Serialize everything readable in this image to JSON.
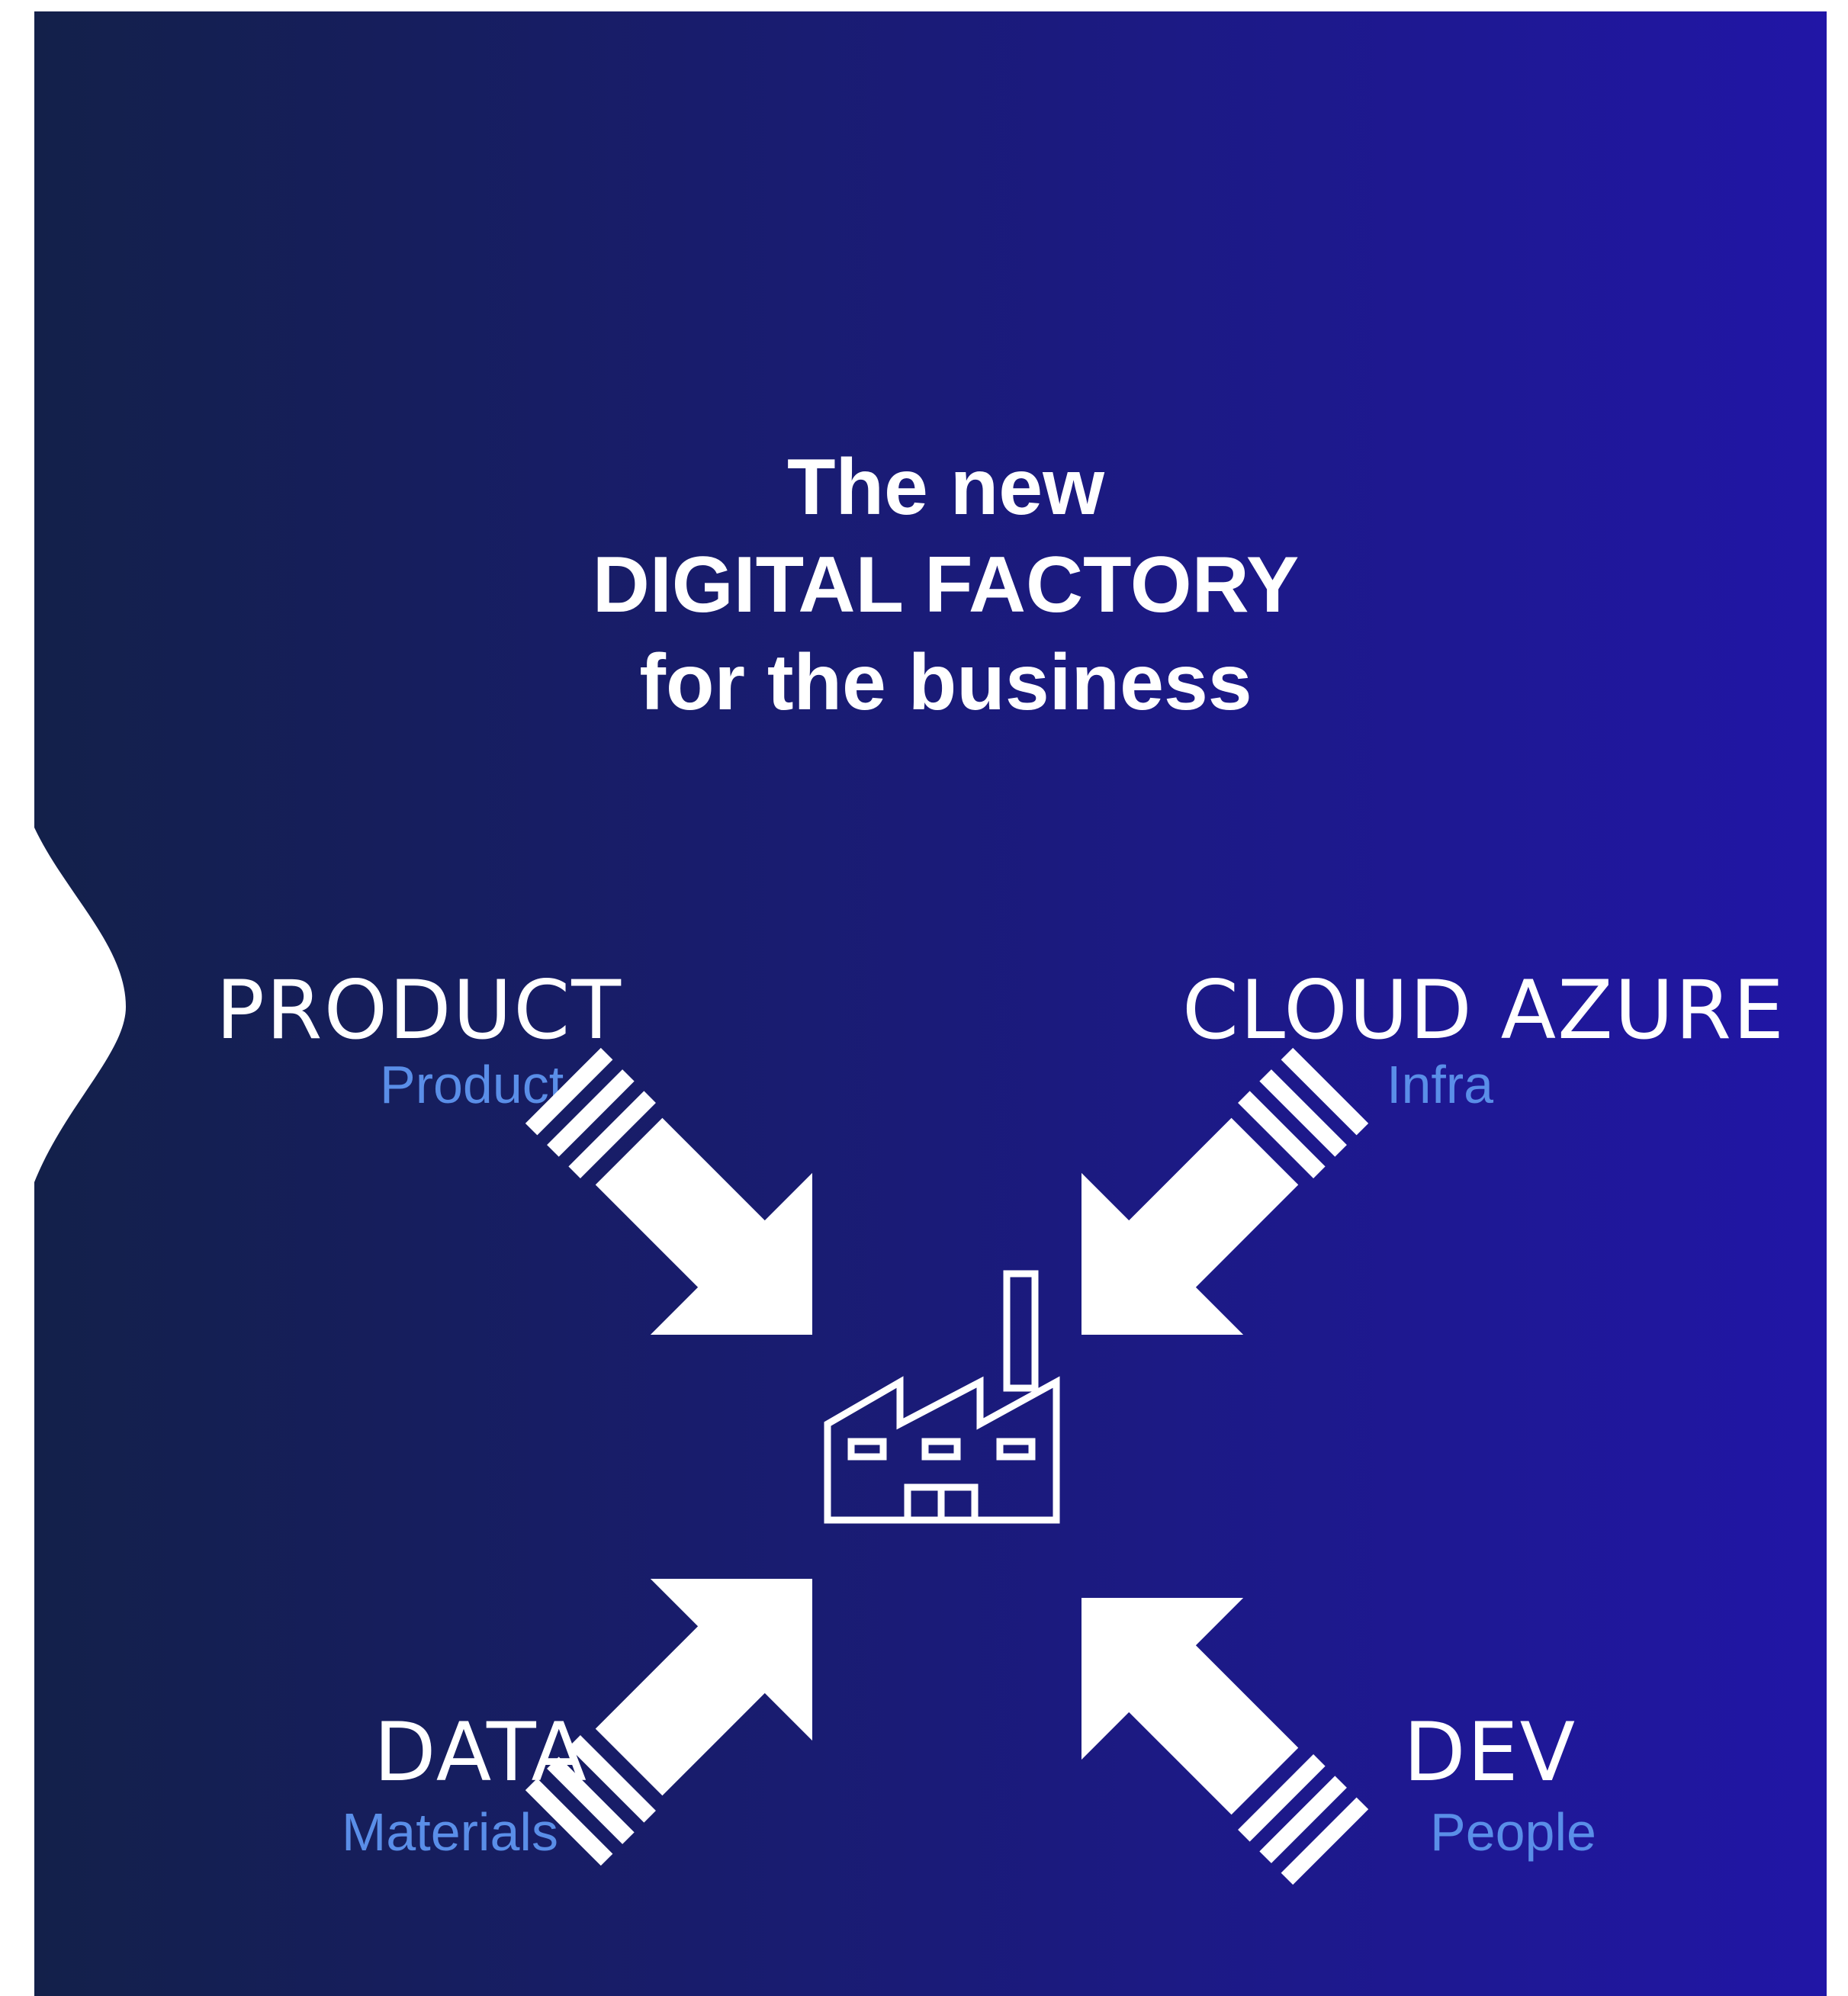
{
  "title": {
    "line1": "The new",
    "line2": "DIGITAL FACTORY",
    "line3": "for the business"
  },
  "quadrants": {
    "top_left": {
      "label": "PRODUCT",
      "sub": "Product"
    },
    "top_right": {
      "label": "CLOUD AZURE",
      "sub": "Infra"
    },
    "bottom_left": {
      "label": "DATA",
      "sub": "Materials"
    },
    "bottom_right": {
      "label": "DEV",
      "sub": "People"
    }
  },
  "colors": {
    "gradient_start": "#13204a",
    "gradient_end": "#2116a6",
    "text": "#ffffff",
    "sub_text": "#5a8ee8",
    "icon": "#ffffff"
  },
  "icons": {
    "center": "factory-icon",
    "arrows": [
      "arrow-down-right-icon",
      "arrow-down-left-icon",
      "arrow-up-right-icon",
      "arrow-up-left-icon"
    ]
  }
}
